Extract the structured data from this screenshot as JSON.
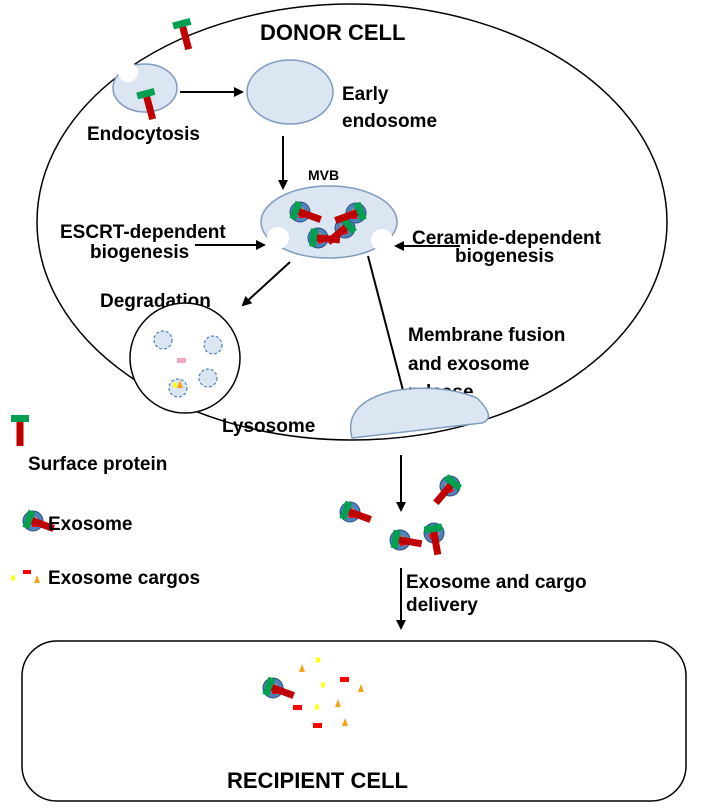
{
  "labels": {
    "donor_cell": "DONOR CELL",
    "early_endosome_1": "Early",
    "early_endosome_2": "endosome",
    "endocytosis": "Endocytosis",
    "mvb": "MVB",
    "escrt_1": "ESCRT-dependent",
    "escrt_2": "biogenesis",
    "ceramide_1": "Ceramide-dependent",
    "ceramide_2": "biogenesis",
    "degradation": "Degradation",
    "lysosome": "Lysosome",
    "fusion_1": "Membrane fusion",
    "fusion_2": "and exosome",
    "fusion_3": "release",
    "delivery_1": "Exosome and cargo",
    "delivery_2": "delivery",
    "recipient_cell": "RECIPIENT CELL"
  },
  "legend": {
    "surface_protein": "Surface protein",
    "exosome": "Exosome",
    "exosome_cargos": "Exosome cargos"
  },
  "colors": {
    "vesicle_fill": "#dce6f2",
    "vesicle_stroke": "#7f9bbf",
    "exosome_blue": "#4f81bd",
    "protein_red": "#c00000",
    "protein_green": "#00a050",
    "cargo_yellow": "#ffff00",
    "cargo_orange": "#f7a21b",
    "cargo_red": "#ff0000",
    "cargo_pink": "#f4a6c8"
  }
}
